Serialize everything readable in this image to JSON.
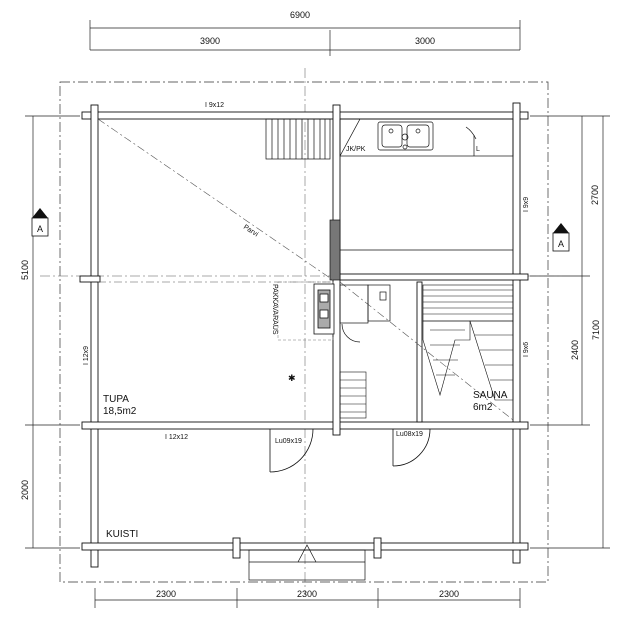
{
  "dimensions": {
    "top_total": "6900",
    "top_left": "3900",
    "top_right": "3000",
    "bottom_1": "2300",
    "bottom_2": "2300",
    "bottom_3": "2300",
    "left_upper": "5100",
    "left_lower": "2000",
    "right_2700": "2700",
    "right_2400": "2400",
    "right_7100": "7100"
  },
  "section_markers": {
    "left": "A",
    "right": "A"
  },
  "labels": {
    "beam_top": "I 9x12",
    "beam_left": "I 12x9",
    "beam_mid": "I 12x12",
    "beam_right_upper": "I 9x9",
    "beam_right_lower": "I 9x6",
    "kitchen": "JK/PK",
    "kitchen_l": "L",
    "parvi": "Parvi",
    "pakkavaraus": "PAKKAVARAUS",
    "door_1": "Lu09x19",
    "door_2": "Lu08x19"
  },
  "rooms": {
    "tupa_name": "TUPA",
    "tupa_area": "18,5m2",
    "sauna_name": "SAUNA",
    "sauna_area": "6m2",
    "kuisti": "KUISTI"
  }
}
